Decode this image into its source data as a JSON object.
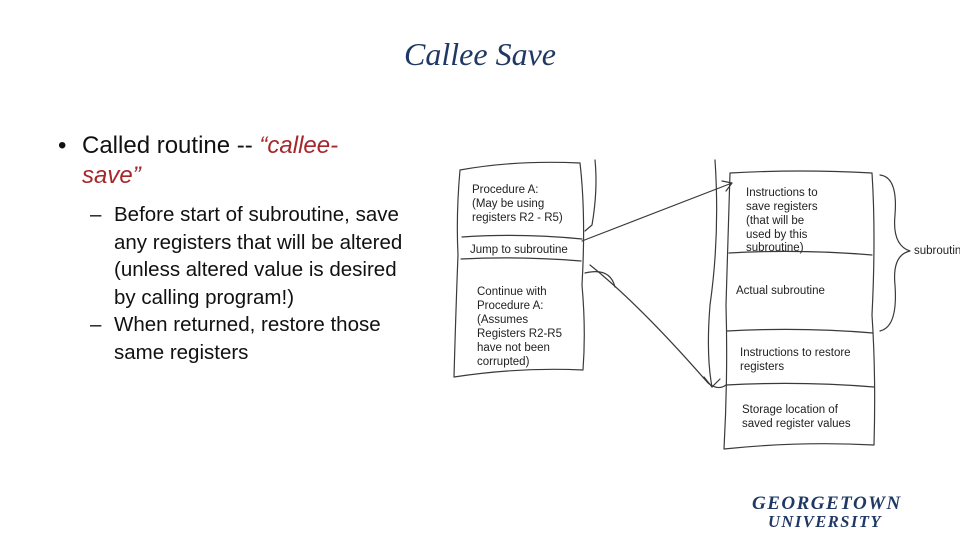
{
  "slide": {
    "title": "Callee Save",
    "bullet": {
      "text": "Called routine -- ",
      "emphasis_line1": "“callee-",
      "emphasis_line2": "save”",
      "subbullets": [
        "Before start of subroutine, save any registers that will be altered (unless altered value is desired by calling program!)",
        "When returned, restore those same registers"
      ]
    }
  },
  "diagram": {
    "caller": {
      "box1": [
        "Procedure A:",
        "(May be using",
        "registers R2 - R5)"
      ],
      "jump": "Jump to subroutine",
      "box2": [
        "Continue with",
        "Procedure A:",
        "(Assumes",
        "Registers R2-R5",
        "have not been",
        "corrupted)"
      ]
    },
    "subroutine": {
      "box1": [
        "Instructions to",
        "save registers",
        "(that will be",
        "used by this",
        "subroutine)"
      ],
      "box2": "Actual subroutine",
      "box3": [
        "Instructions to restore",
        "registers"
      ],
      "box4": [
        "Storage location of",
        "saved register values"
      ]
    },
    "side_label": "subroutine"
  },
  "logo": {
    "line1": "GEORGETOWN",
    "line2": "UNIVERSITY",
    "color": "#1f3864"
  }
}
